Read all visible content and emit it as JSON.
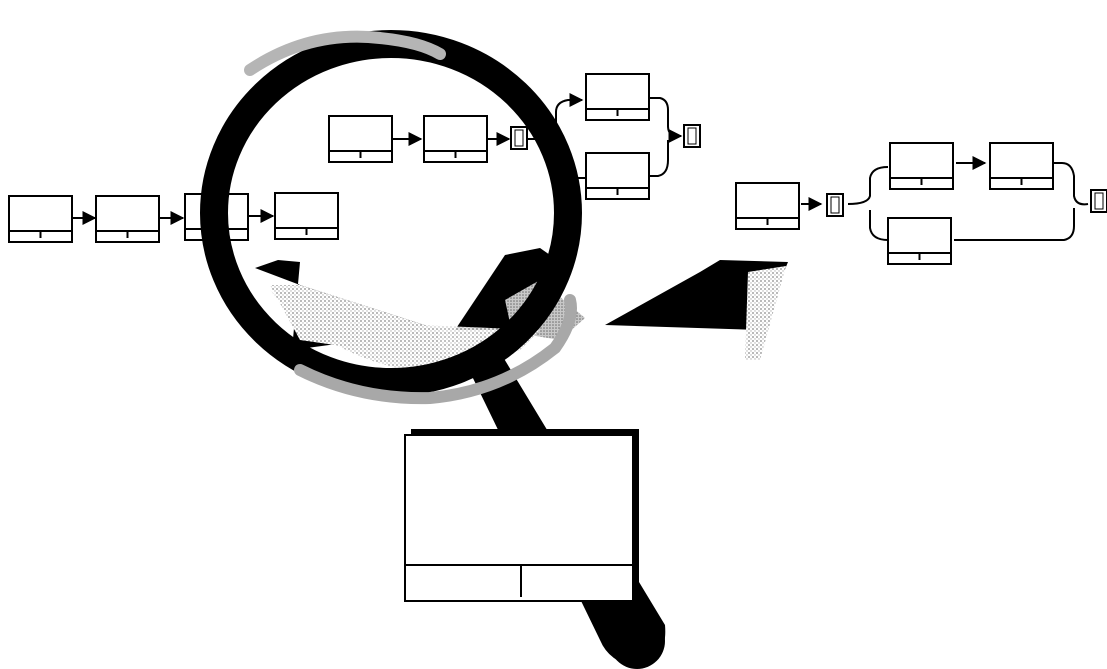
{
  "diagram": {
    "background": "#ffffff",
    "ink_color": "#000000",
    "halftone_gray": "#a8a8a8",
    "rim_highlight": "#b5b5b5",
    "elements": {
      "process_box": "task-card",
      "connector": "triangle-arrowhead",
      "join_node": "small-square-node",
      "magnifier": "magnifying-glass-icon",
      "key_card": "enlarged-task-card"
    },
    "workflows": [
      {
        "name": "left-chain",
        "task_count": 4,
        "branching": false
      },
      {
        "name": "middle-workflow",
        "task_count": 4,
        "branching": true,
        "branches": 2
      },
      {
        "name": "right-workflow",
        "task_count": 4,
        "branching": true,
        "branches": 2
      }
    ],
    "pointer_arrows": 4
  }
}
